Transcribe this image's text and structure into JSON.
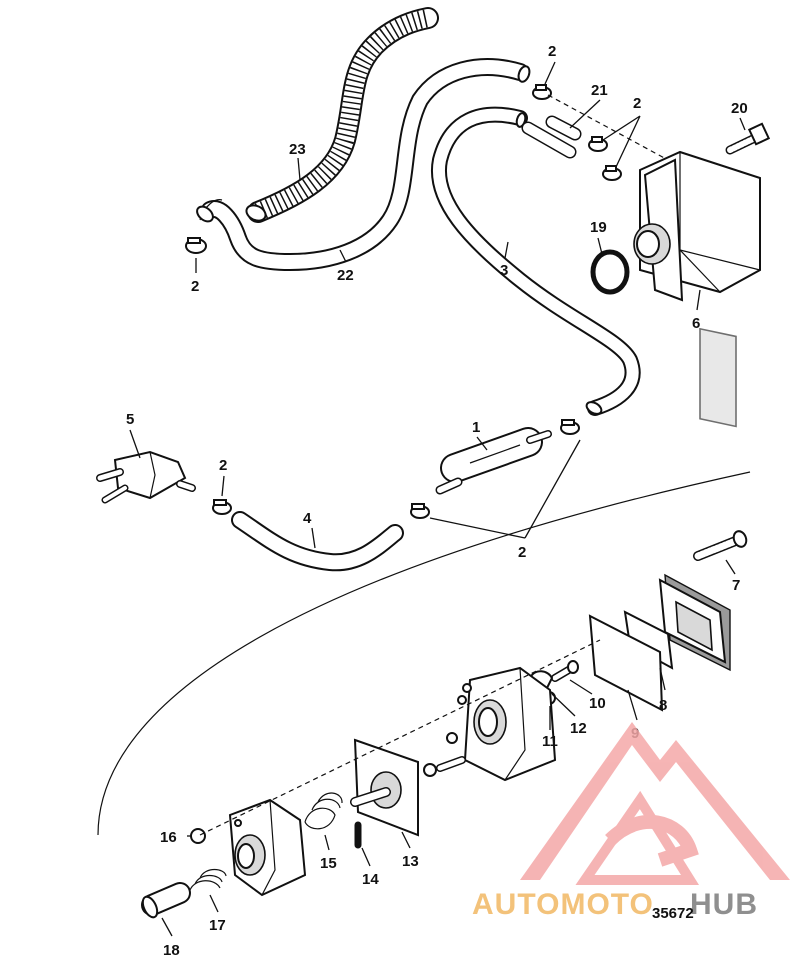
{
  "diagram": {
    "part_numbers": [
      "2",
      "2",
      "21",
      "20",
      "23",
      "2",
      "22",
      "3",
      "19",
      "6",
      "5",
      "1",
      "2",
      "4",
      "2",
      "7",
      "10",
      "12",
      "8",
      "11",
      "9",
      "16",
      "15",
      "14",
      "13",
      "17",
      "18"
    ],
    "diagram_id": "35672"
  },
  "watermark": {
    "brand_part1": "AUTOMOTO",
    "brand_part2": "HUB"
  }
}
